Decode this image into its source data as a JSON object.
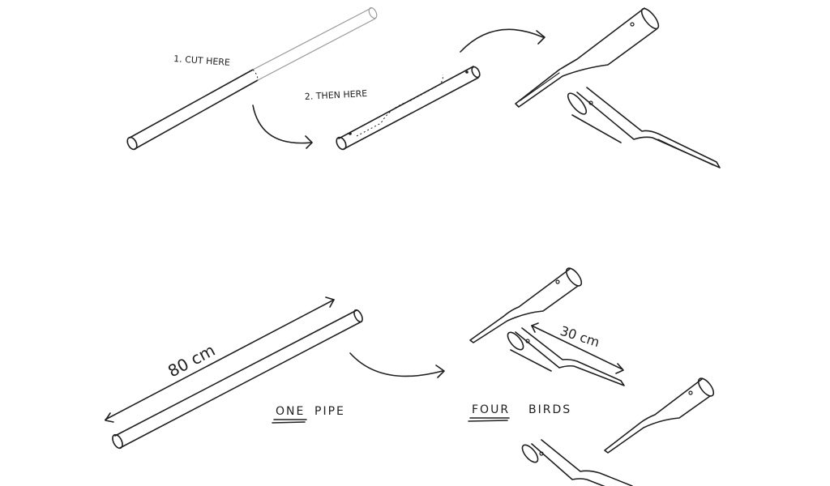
{
  "labels": {
    "step1": "1. CUT HERE",
    "step2": "2. THEN HERE",
    "length_pipe": "80 cm",
    "length_bird": "30 cm",
    "one_word": "ONE",
    "pipe_word": "PIPE",
    "four_word": "FOUR",
    "birds_word": "BIRDS"
  }
}
